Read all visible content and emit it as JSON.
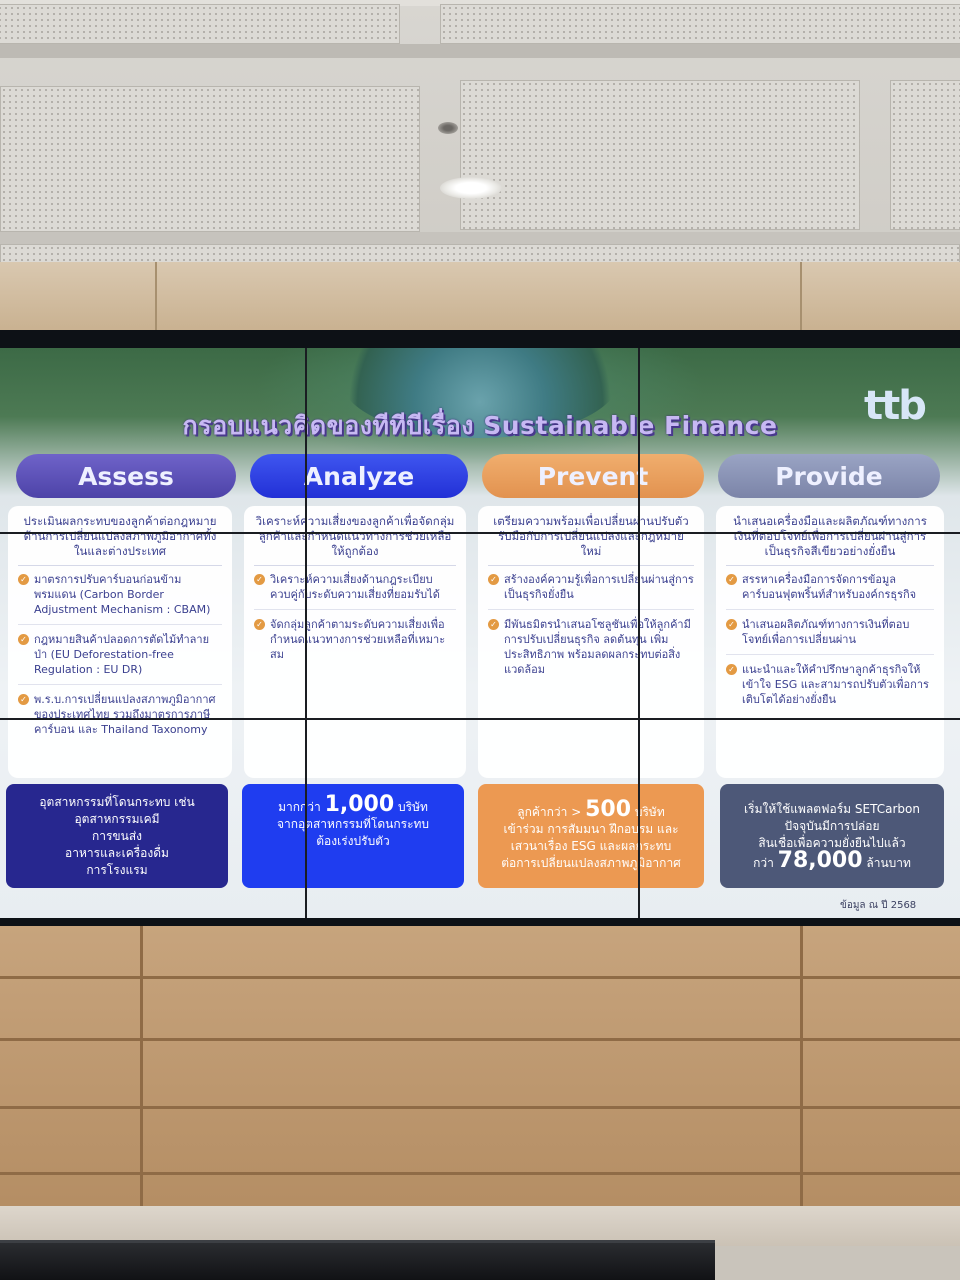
{
  "slide": {
    "title": "กรอบแนวคิดของทีทีบีเรื่อง Sustainable Finance",
    "logo": "ttb",
    "footnote": "ข้อมูล ณ ปี 2568"
  },
  "pillars": [
    {
      "label": "Assess",
      "intro": "ประเมินผลกระทบของลูกค้าต่อกฎหมายด้านการเปลี่ยนแปลงสภาพภูมิอากาศทั้งในและต่างประเทศ",
      "items": [
        "มาตรการปรับคาร์บอนก่อนข้ามพรมแดน (Carbon Border Adjustment Mechanism : CBAM)",
        "กฎหมายสินค้าปลอดการตัดไม้ทำลายป่า (EU Deforestation-free Regulation : EU DR)",
        "พ.ร.บ.การเปลี่ยนแปลงสภาพภูมิอากาศ ของประเทศไทย รวมถึงมาตรการภาษีคาร์บอน และ Thailand Taxonomy"
      ],
      "stat_lines": [
        "อุตสาหกรรมที่โดนกระทบ เช่น",
        "อุตสาหกรรมเคมี",
        "การขนส่ง",
        "อาหารและเครื่องดื่ม",
        "การโรงแรม"
      ]
    },
    {
      "label": "Analyze",
      "intro": "วิเคราะห์ความเสี่ยงของลูกค้าเพื่อจัดกลุ่มลูกค้าและกำหนดแนวทางการช่วยเหลือให้ถูกต้อง",
      "items": [
        "วิเคราะห์ความเสี่ยงด้านกฎระเบียบควบคู่กับระดับความเสี่ยงที่ยอมรับได้",
        "จัดกลุ่มลูกค้าตามระดับความเสี่ยงเพื่อกำหนดแนวทางการช่วยเหลือที่เหมาะสม"
      ],
      "stat_prefix": "มากกว่า",
      "stat_big": "1,000",
      "stat_suffix": "บริษัท",
      "stat_lines": [
        "จากอุตสาหกรรมที่โดนกระทบ",
        "ต้องเร่งปรับตัว"
      ]
    },
    {
      "label": "Prevent",
      "intro": "เตรียมความพร้อมเพื่อเปลี่ยนผ่านปรับตัวรับมือกับการเปลี่ยนแปลงและกฎหมายใหม่",
      "items": [
        "สร้างองค์ความรู้เพื่อการเปลี่ยนผ่านสู่การเป็นธุรกิจยั่งยืน",
        "มีพันธมิตรนำเสนอโซลูชันเพื่อให้ลูกค้ามีการปรับเปลี่ยนธุรกิจ ลดต้นทุน เพิ่มประสิทธิภาพ พร้อมลดผลกระทบต่อสิ่งแวดล้อม"
      ],
      "stat_prefix": "ลูกค้ากว่า >",
      "stat_big": "500",
      "stat_suffix": "บริษัท",
      "stat_lines": [
        "เข้าร่วม การสัมมนา ฝึกอบรม และ",
        "เสวนาเรื่อง ESG และผลกระทบ",
        "ต่อการเปลี่ยนแปลงสภาพภูมิอากาศ"
      ]
    },
    {
      "label": "Provide",
      "intro": "นำเสนอเครื่องมือและผลิตภัณฑ์ทางการเงินที่ตอบโจทย์เพื่อการเปลี่ยนผ่านสู่การเป็นธุรกิจสีเขียวอย่างยั่งยืน",
      "items": [
        "สรรหาเครื่องมือการจัดการข้อมูลคาร์บอนฟุตพริ้นท์สำหรับองค์กรธุรกิจ",
        "นำเสนอผลิตภัณฑ์ทางการเงินที่ตอบโจทย์เพื่อการเปลี่ยนผ่าน",
        "แนะนำและให้คำปรึกษาลูกค้าธุรกิจให้เข้าใจ ESG และสามารถปรับตัวเพื่อการเติบโตได้อย่างยั่งยืน"
      ],
      "stat_lines": [
        "เริ่มให้ใช้แพลตฟอร์ม SETCarbon",
        "ปัจจุบันมีการปล่อย",
        "สินเชื่อเพื่อความยั่งยืนไปแล้ว"
      ],
      "stat_prefix": "กว่า",
      "stat_big": "78,000",
      "stat_suffix": "ล้านบาท"
    }
  ]
}
